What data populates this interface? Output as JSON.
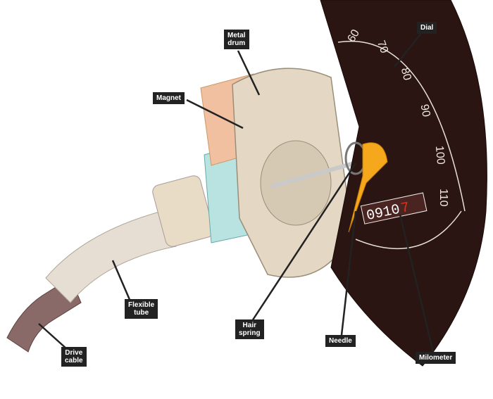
{
  "labels": {
    "metal_drum": "Metal\ndrum",
    "dial": "Dial",
    "magnet": "Magnet",
    "flexible_tube": "Flexible\ntube",
    "hair_spring": "Hair\nspring",
    "needle": "Needle",
    "drive_cable": "Drive\ncable",
    "milometer": "Milometer"
  },
  "dial_numbers": [
    "60",
    "70",
    "80",
    "90",
    "100",
    "110"
  ],
  "odometer": {
    "digits": "0910",
    "tenths": "7"
  },
  "colors": {
    "dial_face": "#2a1512",
    "needle": "#f5a81c",
    "label_bg": "#222222"
  }
}
